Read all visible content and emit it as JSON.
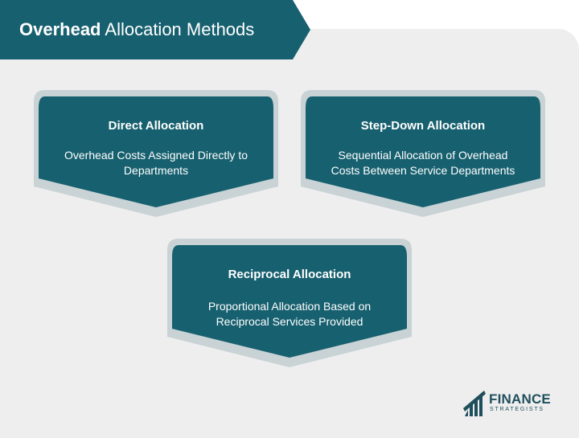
{
  "title": {
    "bold": "Overhead",
    "rest": " Allocation Methods"
  },
  "cards": [
    {
      "title": "Direct Allocation",
      "desc_line1": "Overhead Costs Assigned Directly to",
      "desc_line2": "Departments"
    },
    {
      "title": "Step-Down Allocation",
      "desc_line1": "Sequential Allocation of Overhead",
      "desc_line2": "Costs Between Service Departments"
    },
    {
      "title": "Reciprocal Allocation",
      "desc_line1": "Proportional Allocation Based on",
      "desc_line2": "Reciprocal Services Provided"
    }
  ],
  "logo": {
    "word": "FINANCE",
    "sub": "STRATEGISTS"
  },
  "colors": {
    "teal": "#17606f",
    "shadow": "#c9d3d5",
    "panel": "#eeeeee",
    "logo": "#1f4f5c"
  }
}
